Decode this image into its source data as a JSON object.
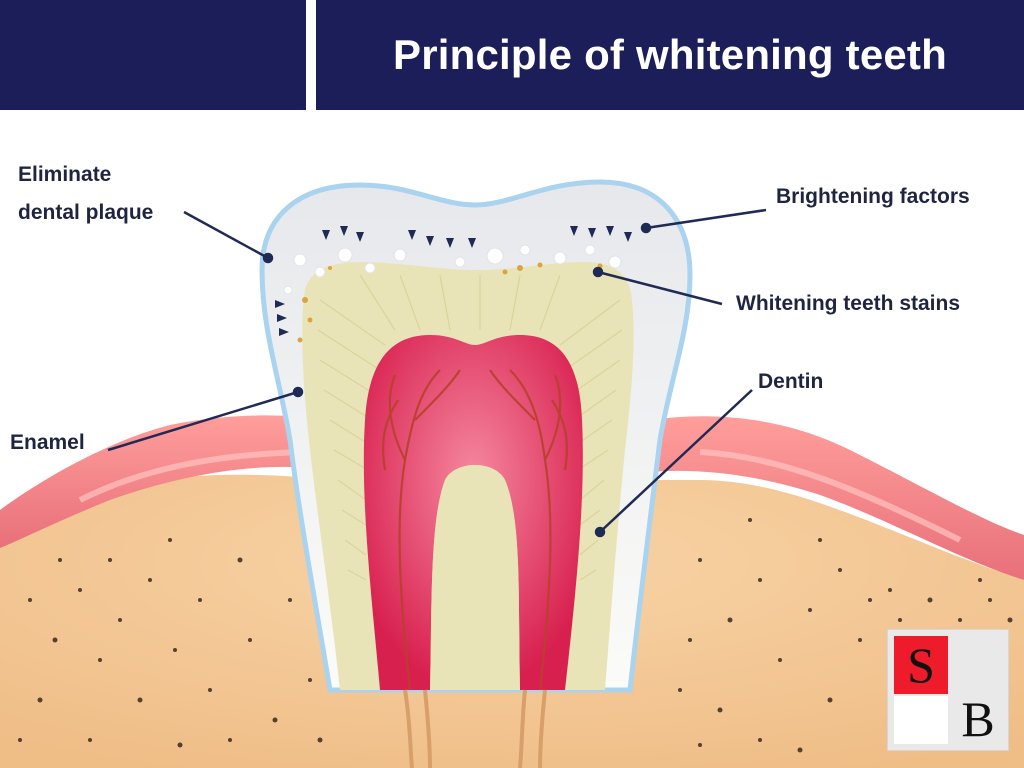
{
  "header": {
    "title": "Principle of whitening teeth"
  },
  "labels": {
    "eliminate_line1": "Eliminate",
    "eliminate_line2": "dental plaque",
    "brightening": "Brightening factors",
    "stains": "Whitening teeth stains",
    "dentin": "Dentin",
    "enamel": "Enamel"
  },
  "logo": {
    "top_letter": "S",
    "bottom_letter": "B"
  },
  "colors": {
    "header": "#1b1e59",
    "label_text": "#1f2540",
    "leader_line": "#1f2a55",
    "enamel": "#f3f3f1",
    "enamel_outline": "#a9d3ee",
    "dentin": "#e9e4b8",
    "pulp": "#e03a66",
    "gum": "#f08a8a",
    "bone": "#f5c894",
    "logo_red": "#ee1c2a"
  }
}
